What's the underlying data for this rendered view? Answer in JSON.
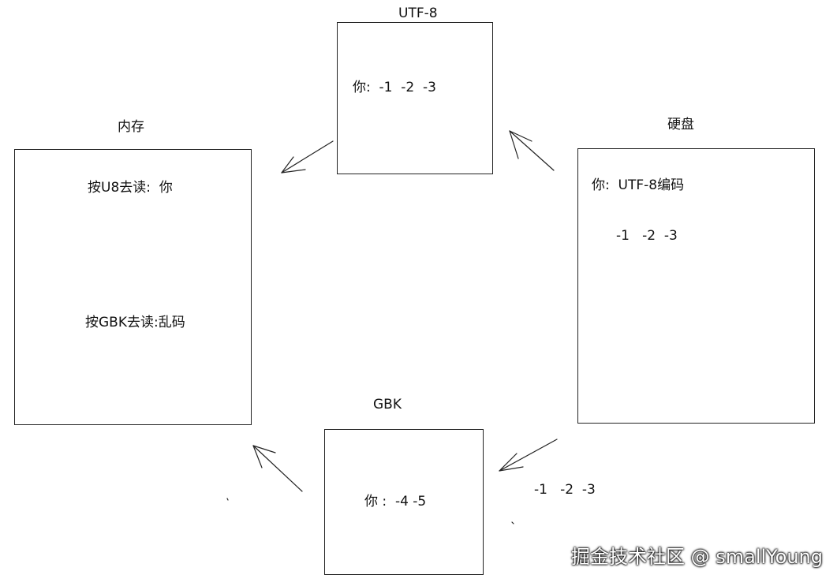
{
  "memory": {
    "title": "内存",
    "read_u8": "按U8去读:  你",
    "read_gbk": "按GBK去读:乱码"
  },
  "utf8": {
    "title": "UTF-8",
    "content": "你:  -1  -2  -3"
  },
  "disk": {
    "title": "硬盘",
    "line1": "你:  UTF-8编码",
    "line2": "-1   -2  -3"
  },
  "gbk": {
    "title": "GBK",
    "content": "你 :  -4 -5"
  },
  "bytes_label": "-1   -2  -3",
  "watermark": "掘金技术社区 @ smallYoung"
}
